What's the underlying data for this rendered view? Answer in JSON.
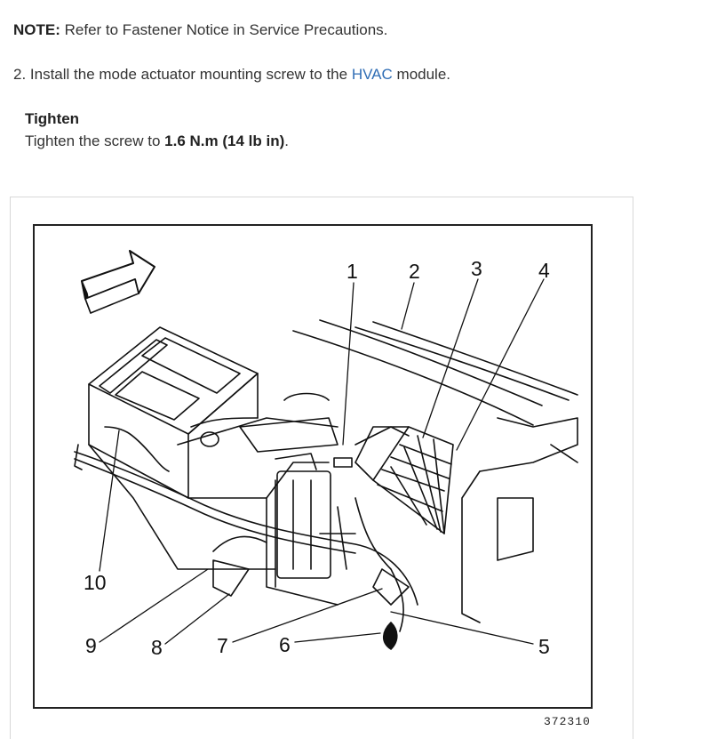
{
  "note": {
    "label": "NOTE:",
    "text": " Refer to Fastener Notice in Service Precautions."
  },
  "step": {
    "prefix": "2. Install the mode actuator mounting screw to the ",
    "link": "HVAC",
    "suffix": " module."
  },
  "tighten": {
    "heading": "Tighten",
    "prefix": "Tighten the screw to ",
    "value": "1.6 N.m (14 lb in)",
    "suffix": "."
  },
  "figure": {
    "callouts": [
      "1",
      "2",
      "3",
      "4",
      "5",
      "6",
      "7",
      "8",
      "9",
      "10"
    ],
    "figure_id": "372310"
  }
}
